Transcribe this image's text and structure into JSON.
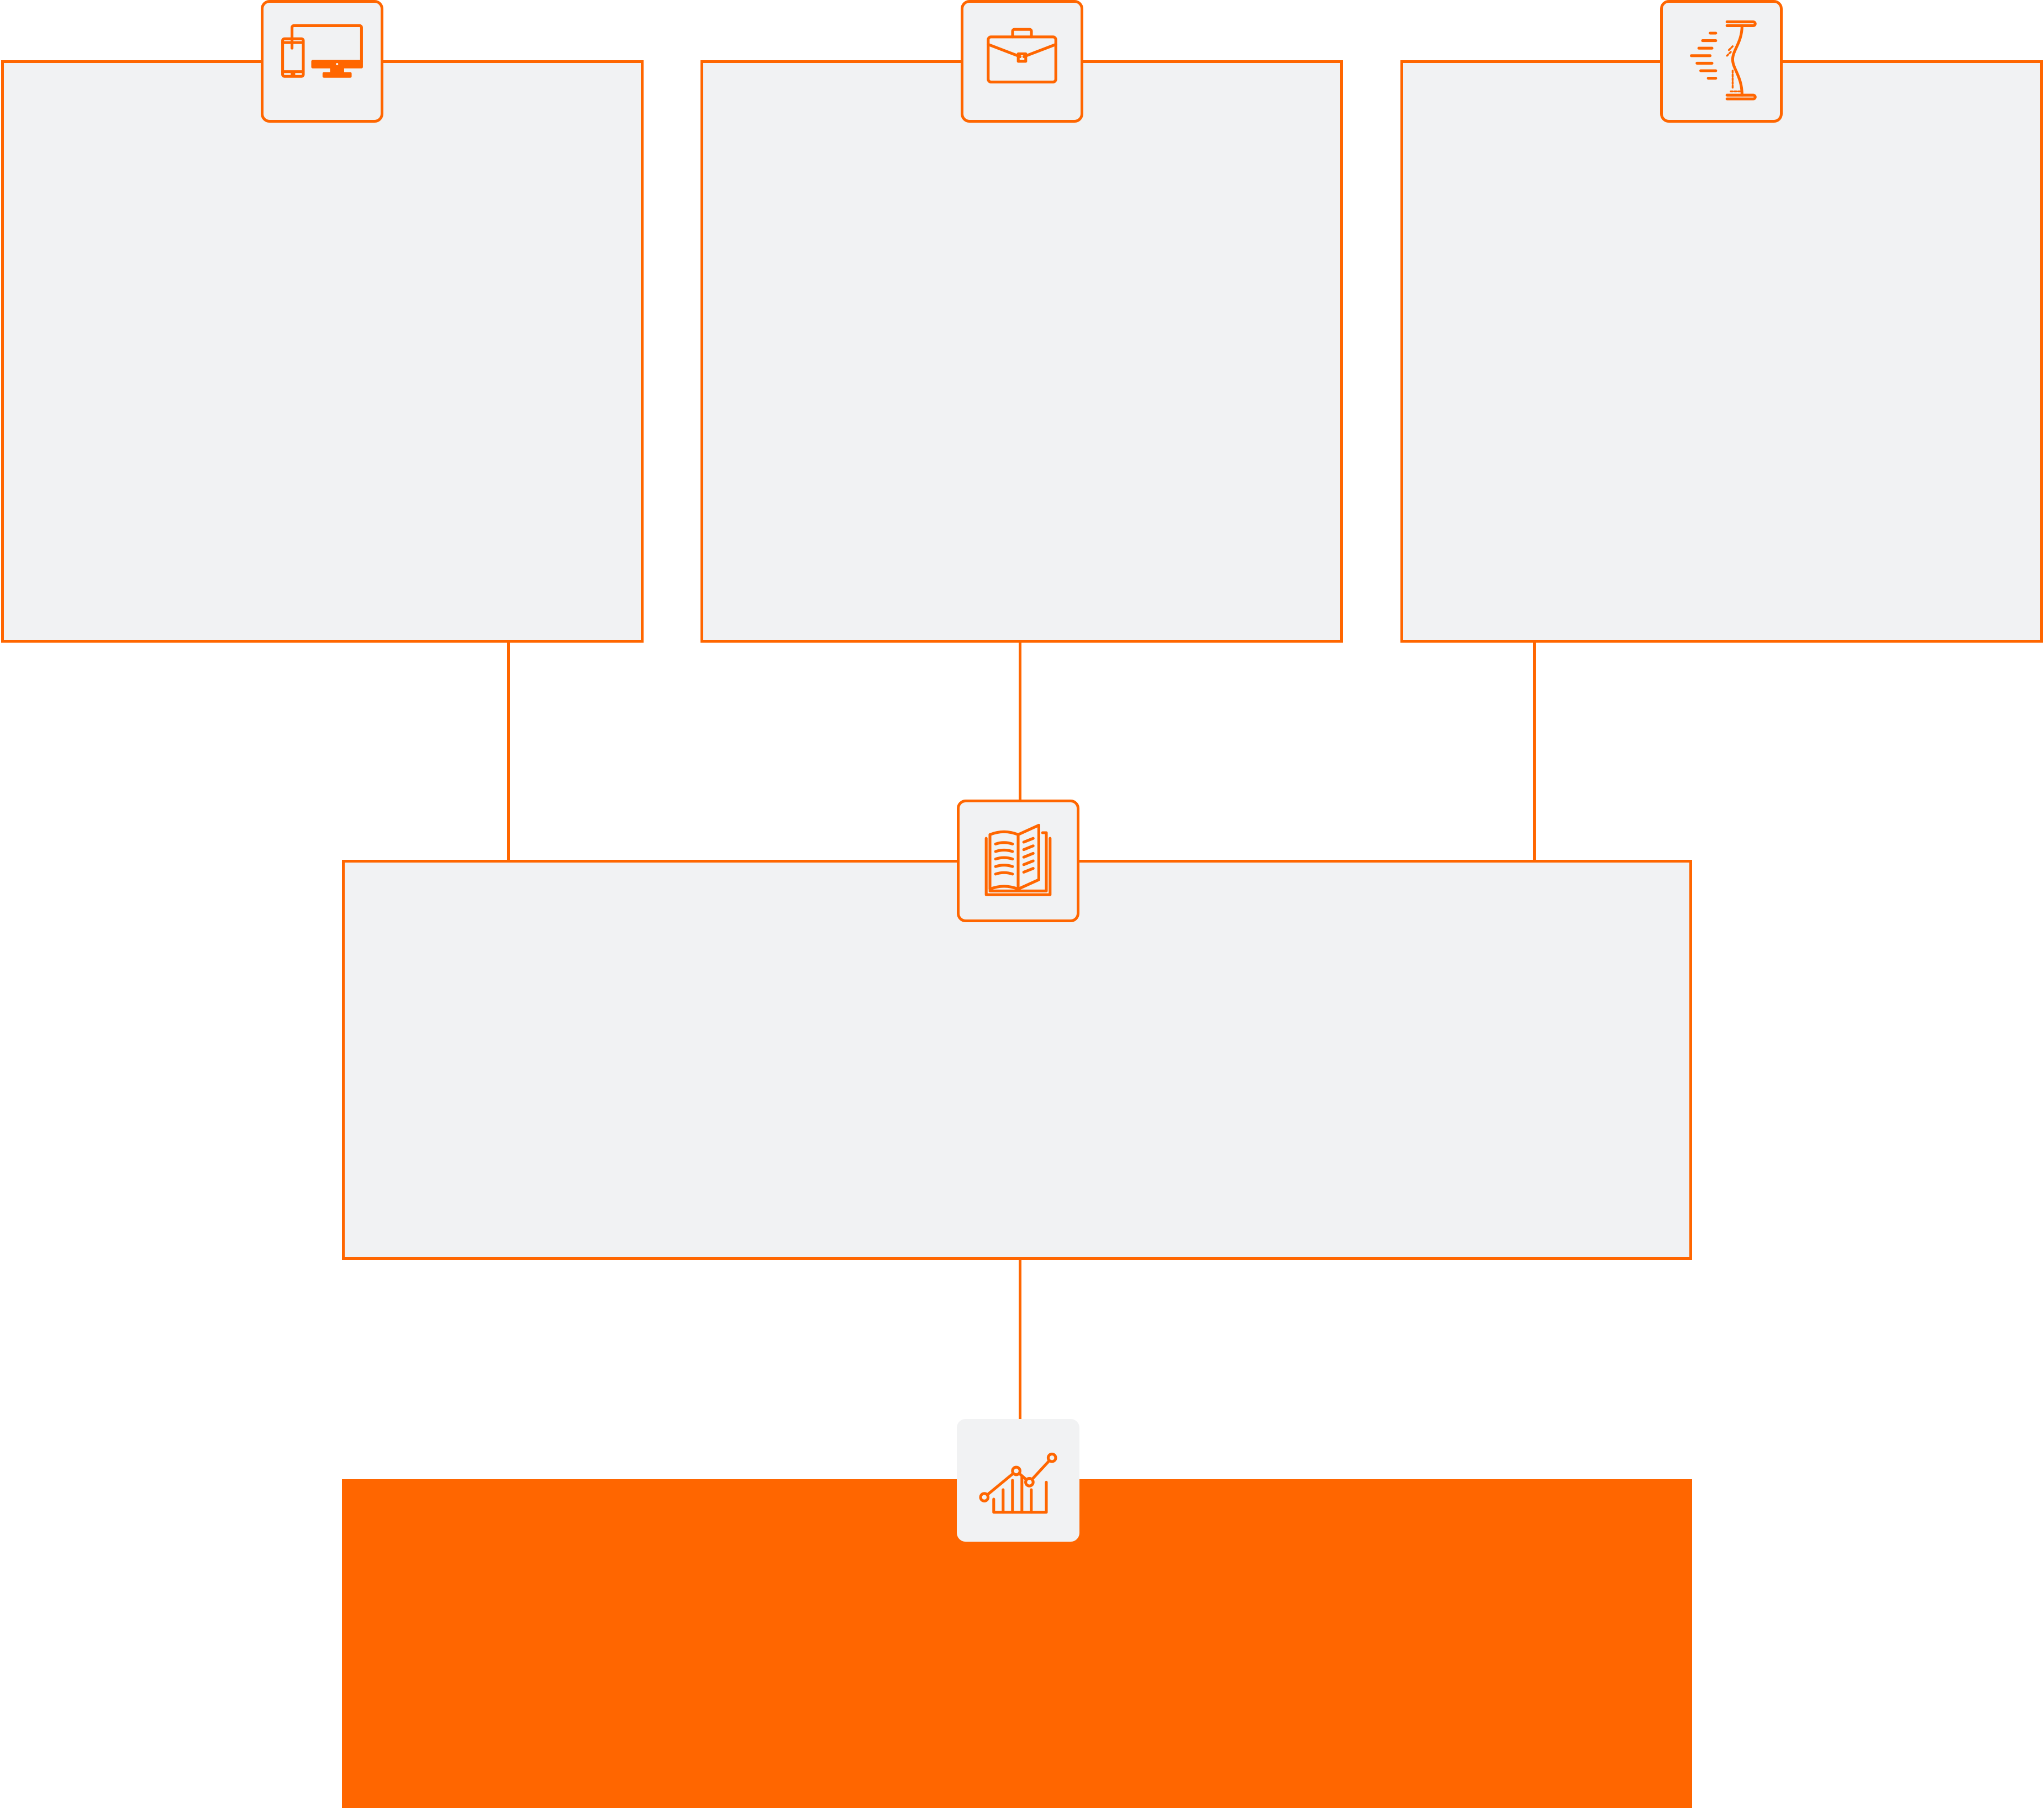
{
  "diagram": {
    "accent_color": "#ff6600",
    "panel_color": "#f1f2f3",
    "nodes": [
      {
        "id": "devices",
        "icon": "devices-icon",
        "style": "outline"
      },
      {
        "id": "business",
        "icon": "briefcase-icon",
        "style": "outline"
      },
      {
        "id": "time",
        "icon": "hourglass-icon",
        "style": "outline"
      },
      {
        "id": "learning",
        "icon": "open-book-icon",
        "style": "outline"
      },
      {
        "id": "growth",
        "icon": "growth-chart-icon",
        "style": "filled"
      }
    ],
    "edges": [
      {
        "from": "devices",
        "to": "learning"
      },
      {
        "from": "business",
        "to": "learning"
      },
      {
        "from": "time",
        "to": "learning"
      },
      {
        "from": "learning",
        "to": "growth"
      }
    ]
  }
}
